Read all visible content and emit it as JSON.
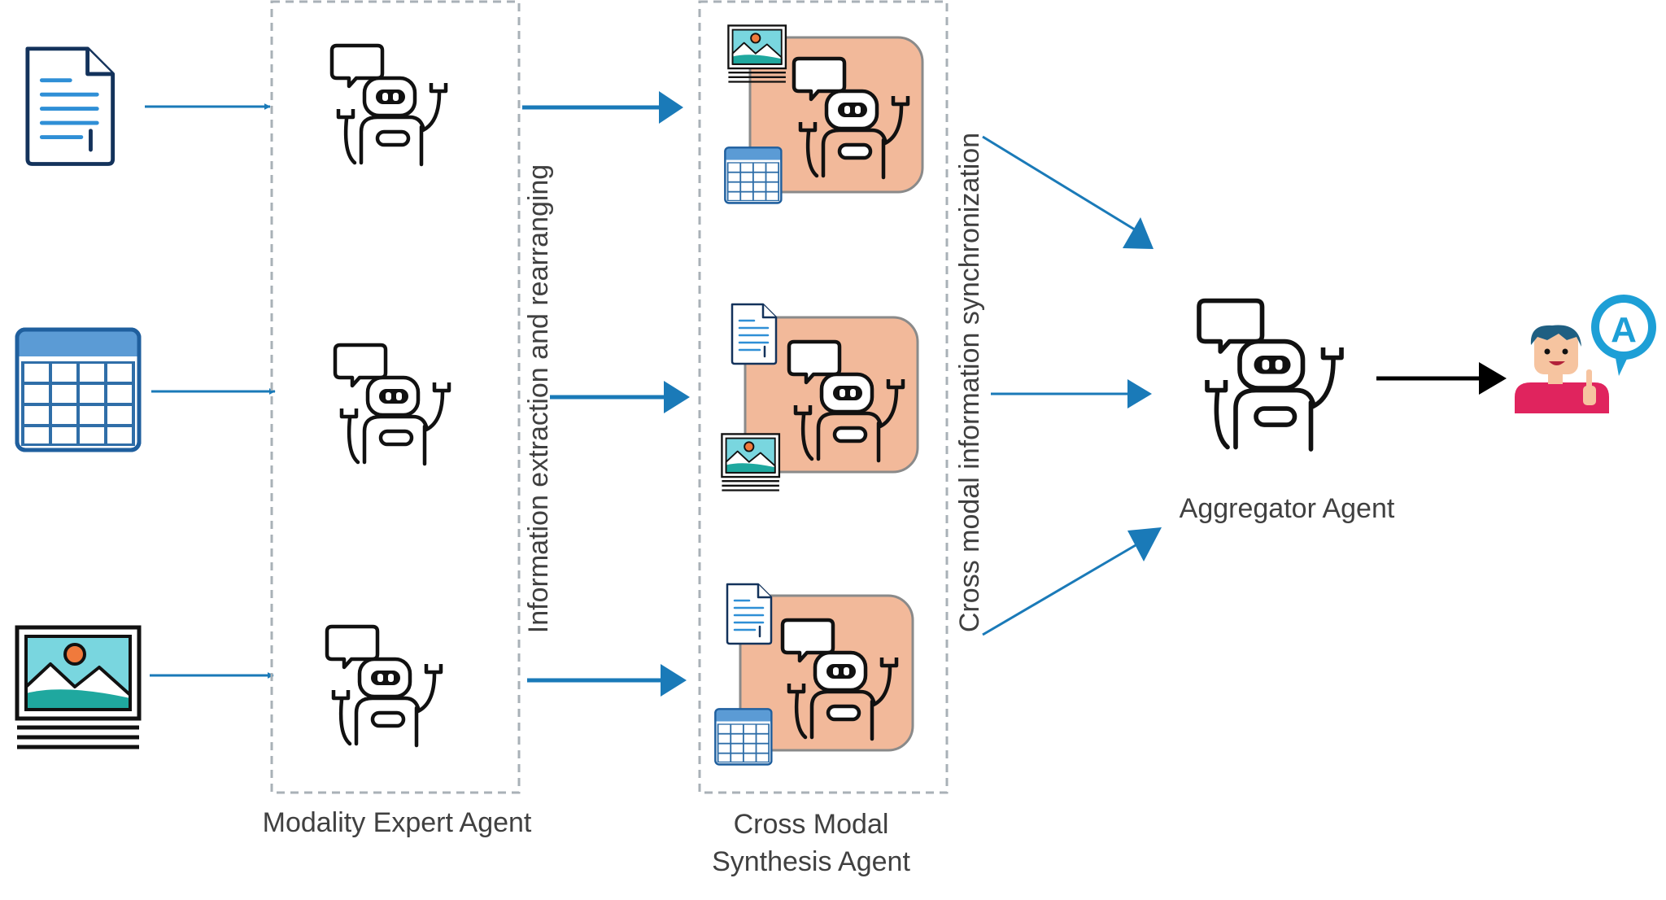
{
  "labels": {
    "modality_expert": "Modality Expert Agent",
    "cross_modal_line1": "Cross Modal",
    "cross_modal_line2": "Synthesis Agent",
    "aggregator": "Aggregator Agent",
    "info_extraction": "Information extraction and rearranging",
    "cross_sync": "Cross modal information synchronization"
  },
  "inputs": [
    {
      "icon": "document-icon"
    },
    {
      "icon": "table-icon"
    },
    {
      "icon": "image-icon"
    }
  ],
  "output": {
    "icon": "user-answer-icon",
    "badge_letter": "A"
  },
  "colors": {
    "arrow": "#1a7ab8",
    "dashed_border": "#a9b1b7",
    "synthesis_card": "#f2b99a",
    "robot_stroke": "#111111",
    "final_arrow": "#000000",
    "text": "#404040",
    "badge": "#1d9fd6",
    "shirt": "#e0245e"
  }
}
